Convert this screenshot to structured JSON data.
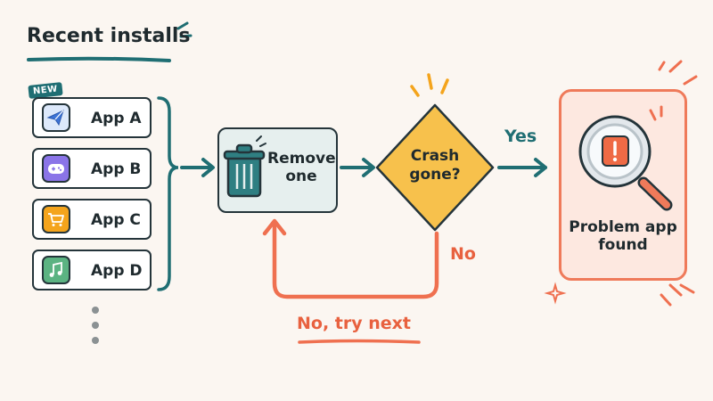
{
  "title": "Recent installs",
  "badge": "NEW",
  "apps": [
    {
      "label": "App A",
      "icon": "send-icon",
      "color": "#dde9fb"
    },
    {
      "label": "App B",
      "icon": "gamepad-icon",
      "color": "#8a74e8"
    },
    {
      "label": "App C",
      "icon": "cart-icon",
      "color": "#f4a41c"
    },
    {
      "label": "App D",
      "icon": "music-note-icon",
      "color": "#5bb382"
    }
  ],
  "steps": {
    "remove": {
      "line1": "Remove",
      "line2": "one",
      "icon": "trash-icon"
    },
    "decision": {
      "line1": "Crash",
      "line2": "gone?"
    },
    "result": {
      "line1": "Problem app",
      "line2": "found",
      "icon": "magnifier-alert-icon"
    }
  },
  "branches": {
    "yes": "Yes",
    "no": "No",
    "retry": "No, try next"
  },
  "colors": {
    "teal": "#1f6e73",
    "coral": "#e8613f",
    "decision_fill": "#f7c14c",
    "result_fill": "#fde8e0",
    "background": "#fbf6f1"
  }
}
